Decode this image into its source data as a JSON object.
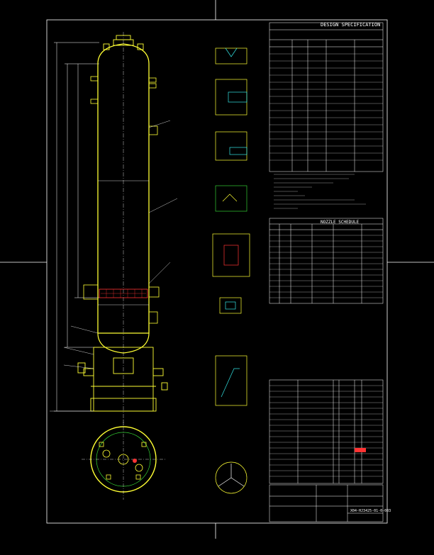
{
  "colors": {
    "background": "#000000",
    "frame": "#ffffff",
    "vessel_outline": "#ffff33",
    "dimension": "#ffffff",
    "section": "#ffff33",
    "hatch": "#33e6e6",
    "accent": "#ff3333",
    "green": "#33cc33"
  },
  "spec": {
    "title": "DESIGN SPECIFICATION"
  },
  "nozzle_table": {
    "title": "NOZZLE SCHEDULE"
  },
  "title_block": {
    "drawing_no": "X04-HJ3425-01-0-003"
  },
  "icons": {
    "vessel": "vertical-column-elevation",
    "plan": "plan-view-circle",
    "detail": "section-detail"
  }
}
